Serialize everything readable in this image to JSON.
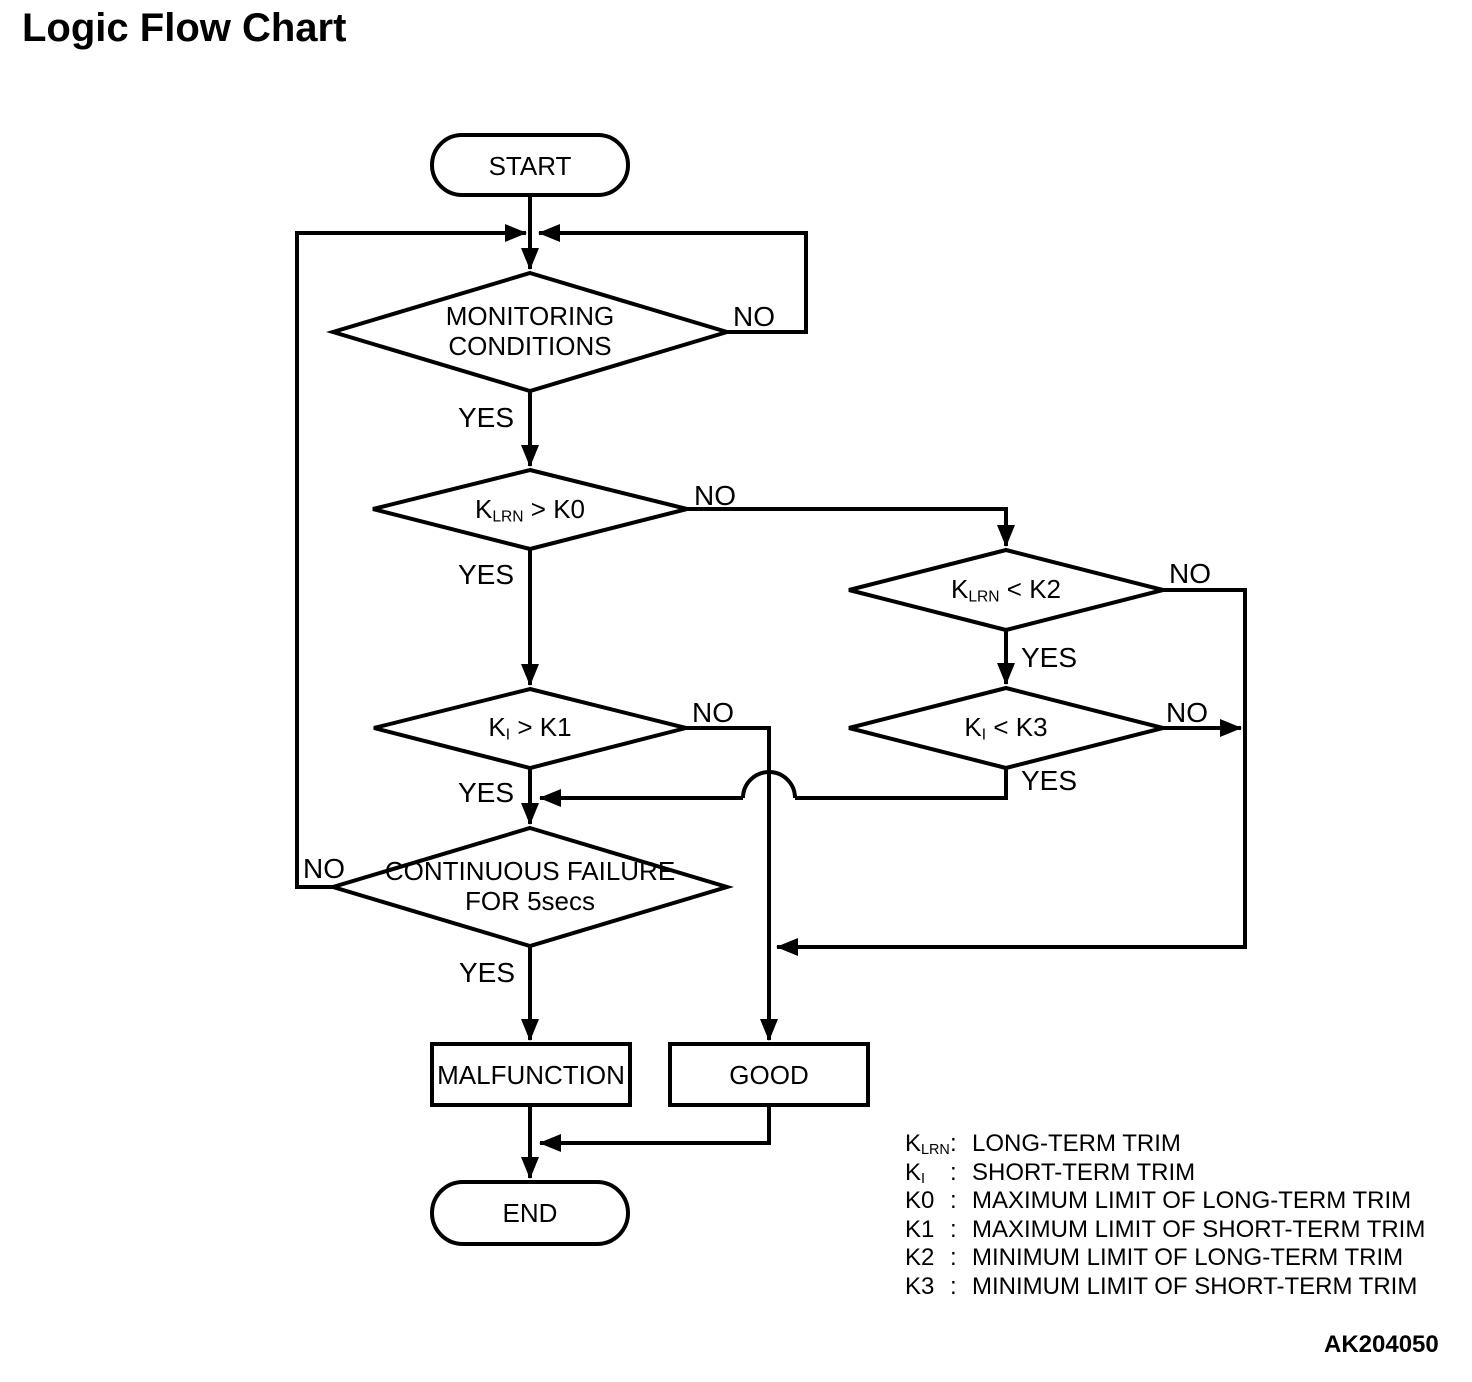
{
  "title": "Logic Flow Chart",
  "figure_code": "AK204050",
  "colors": {
    "line": "#000000",
    "background": "#ffffff",
    "text": "#000000"
  },
  "nodes": {
    "start": {
      "label": "START"
    },
    "monitoring": {
      "line1": "MONITORING",
      "line2": "CONDITIONS"
    },
    "klrn_gt_k0": {
      "base": "K",
      "sub": "LRN",
      "rest": "> K0"
    },
    "klrn_lt_k2": {
      "base": "K",
      "sub": "LRN",
      "rest": "< K2"
    },
    "ki_gt_k1": {
      "base": "K",
      "sub": "I",
      "rest": "> K1"
    },
    "ki_lt_k3": {
      "base": "K",
      "sub": "I",
      "rest": "< K3"
    },
    "continuous_failure": {
      "line1": "CONTINUOUS FAILURE",
      "line2": "FOR 5secs"
    },
    "malfunction": {
      "label": "MALFUNCTION"
    },
    "good": {
      "label": "GOOD"
    },
    "end": {
      "label": "END"
    }
  },
  "edge_labels": {
    "monitoring_yes": "YES",
    "monitoring_no": "NO",
    "klrn_gt_k0_yes": "YES",
    "klrn_gt_k0_no": "NO",
    "ki_gt_k1_yes": "YES",
    "ki_gt_k1_no": "NO",
    "klrn_lt_k2_yes": "YES",
    "klrn_lt_k2_no": "NO",
    "ki_lt_k3_yes": "YES",
    "ki_lt_k3_no": "NO",
    "continuous_failure_yes": "YES",
    "continuous_failure_no": "NO"
  },
  "legend": [
    {
      "term_base": "K",
      "term_sub": "LRN",
      "colon": ":",
      "definition": "LONG-TERM TRIM"
    },
    {
      "term_base": "K",
      "term_sub": "I",
      "colon": ":",
      "definition": "SHORT-TERM TRIM"
    },
    {
      "term_base": "K0",
      "term_sub": "",
      "colon": ":",
      "definition": "MAXIMUM LIMIT OF LONG-TERM TRIM"
    },
    {
      "term_base": "K1",
      "term_sub": "",
      "colon": ":",
      "definition": "MAXIMUM LIMIT OF SHORT-TERM TRIM"
    },
    {
      "term_base": "K2",
      "term_sub": "",
      "colon": ":",
      "definition": "MINIMUM LIMIT OF LONG-TERM TRIM"
    },
    {
      "term_base": "K3",
      "term_sub": "",
      "colon": ":",
      "definition": "MINIMUM LIMIT OF SHORT-TERM TRIM"
    }
  ]
}
